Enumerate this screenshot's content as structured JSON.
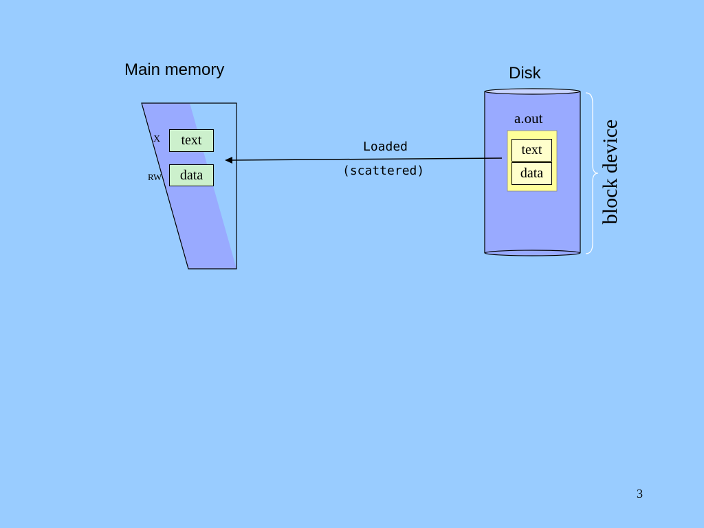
{
  "main_memory": {
    "title": "Main memory",
    "label_x": "X",
    "label_rw": "RW",
    "text_box": "text",
    "data_box": "data"
  },
  "arrow": {
    "line1": "Loaded",
    "line2": "(scattered)"
  },
  "disk": {
    "title": "Disk",
    "file_name": "a.out",
    "text_box": "text",
    "data_box": "data",
    "brace_label": "block device"
  },
  "slide_number": "3",
  "colors": {
    "background": "#99ccff",
    "memory_fill": "#99aaff",
    "disk_fill": "#99aaff",
    "file_fill": "#ffff99",
    "segment_fill": "#ccf0cc"
  }
}
